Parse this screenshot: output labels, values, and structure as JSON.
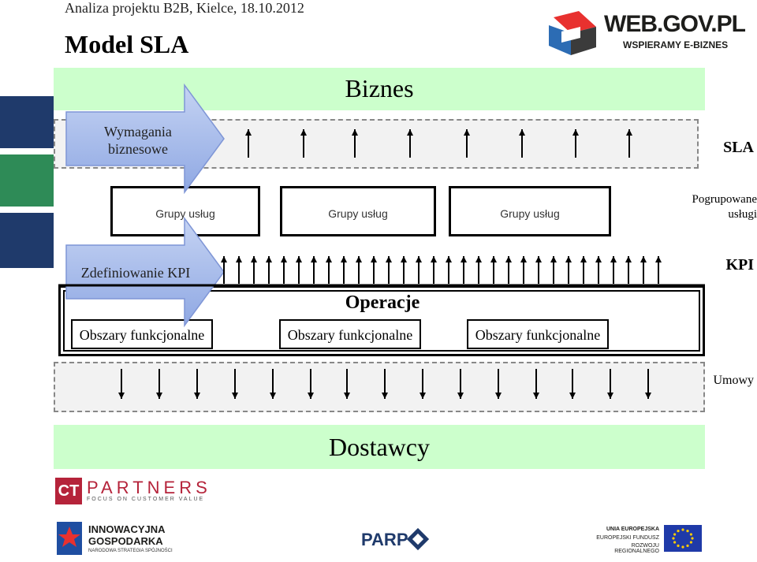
{
  "header": {
    "subtitle": "Analiza projektu B2B, Kielce, 18.10.2012",
    "title": "Model SLA"
  },
  "logos": {
    "webgov_main": "WEB.GOV.PL",
    "webgov_tag": "WSPIERAMY E-BIZNES",
    "ct_partners_ct": "CT",
    "ct_partners_name": "PARTNERS",
    "ct_partners_tag": "FOCUS ON CUSTOMER VALUE",
    "ig_line1": "INNOWACYJNA",
    "ig_line2": "GOSPODARKA",
    "ig_line3": "NARODOWA STRATEGIA SPÓJNOŚCI",
    "parp": "PARP",
    "ue_line1": "UNIA EUROPEJSKA",
    "ue_line2": "EUROPEJSKI FUNDUSZ",
    "ue_line3": "ROZWOJU REGIONALNEGO"
  },
  "diagram": {
    "top_band": "Biznes",
    "bottom_band": "Dostawcy",
    "arrow_top": [
      "Wymagania",
      "biznesowe"
    ],
    "arrow_mid": "Zdefiniowanie KPI",
    "groups": [
      "Grupy usług",
      "Grupy usług",
      "Grupy usług"
    ],
    "operations_title": "Operacje",
    "functional_areas": [
      "Obszary funkcjonalne",
      "Obszary funkcjonalne",
      "Obszary funkcjonalne"
    ],
    "right_labels": {
      "sla": "SLA",
      "grouped_services": [
        "Pogrupowane",
        "usługi"
      ],
      "kpi": "KPI",
      "contracts": "Umowy"
    }
  },
  "colors": {
    "band": "#ccffcc",
    "arrow_fill": "#9fb5ea",
    "side_bar_top": "#1f3a6b",
    "side_bar_mid": "#2e8b57",
    "side_bar_bottom": "#1f3a6b"
  }
}
